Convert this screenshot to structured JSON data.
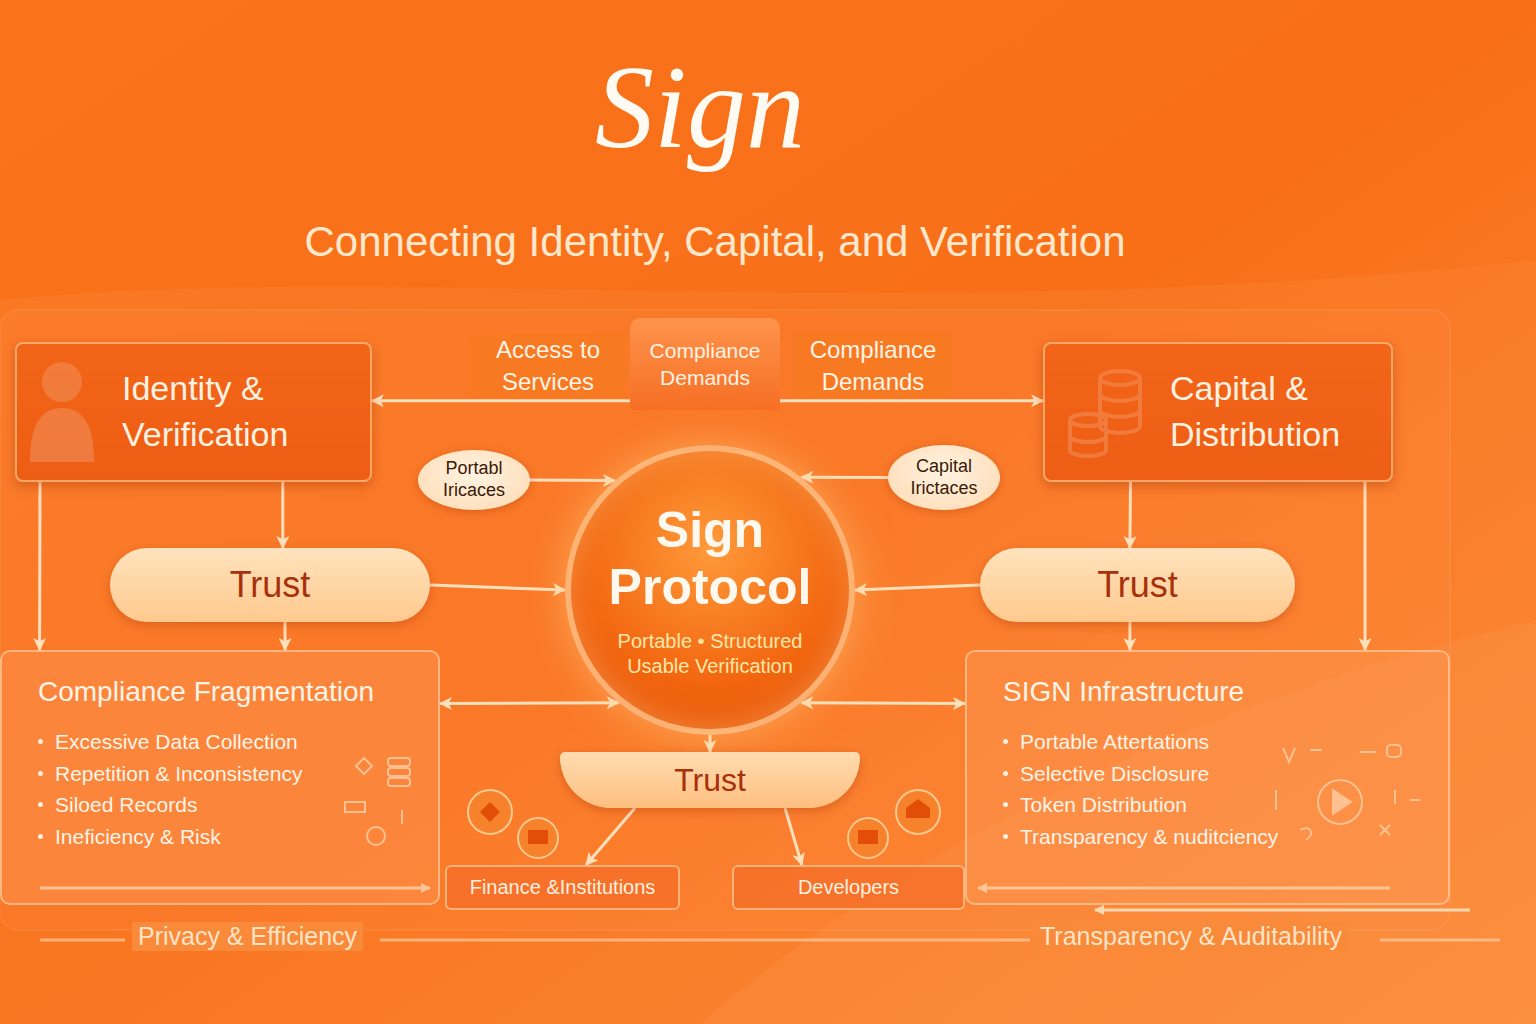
{
  "diagram": {
    "title": "Sign",
    "caption": "Connecting Identity, Capital, and Verification",
    "nodes": [
      {
        "text": [
          "Identity & Verification"
        ]
      },
      {
        "text": [
          "Compliance Demands"
        ]
      },
      {
        "text": [
          "Capital & Distribution"
        ]
      },
      {
        "text": [
          "Portabl Iricaces"
        ]
      },
      {
        "text": [
          "Sign Protocol",
          "Portable • Structured Usable Verification"
        ]
      },
      {
        "text": [
          "Capital Irictaces"
        ]
      },
      {
        "text": [
          "Trust"
        ]
      },
      {
        "text": [
          "Trust"
        ]
      },
      {
        "text": [
          "Compliance Fragmentation",
          "Excessive Data Collection",
          "Repetition & Inconsistency",
          "Siloed Records",
          "Ineficiency & Risk"
        ]
      },
      {
        "text": [
          "Trust"
        ]
      },
      {
        "text": [
          "SIGN Infrastructure",
          "Portable Attertations",
          "Selective Disclosure",
          "Token Distribution",
          "Transparency & nuditciency"
        ]
      },
      {
        "text": [
          "Finance &Institutions"
        ]
      },
      {
        "text": [
          "Developers"
        ]
      }
    ],
    "edges": [
      {
        "from": 1,
        "to": 0,
        "arrow": "to",
        "label": "Access to Services"
      },
      {
        "from": 1,
        "to": 2,
        "arrow": "to",
        "label": "Compliance Demands"
      },
      {
        "from": 0,
        "to": 6,
        "arrow": "to"
      },
      {
        "from": 3,
        "to": 4,
        "arrow": "to"
      },
      {
        "from": 5,
        "to": 4,
        "arrow": "to"
      },
      {
        "from": 6,
        "to": 4,
        "arrow": "to"
      },
      {
        "from": 7,
        "to": 4,
        "arrow": "to"
      },
      {
        "from": 2,
        "to": 7,
        "arrow": "to"
      },
      {
        "from": 0,
        "to": 8,
        "arrow": "to"
      },
      {
        "from": 2,
        "to": 10,
        "arrow": "to"
      },
      {
        "from": 6,
        "to": 8,
        "arrow": "to"
      },
      {
        "from": 7,
        "to": 10,
        "arrow": "to"
      },
      {
        "from": 4,
        "to": 8,
        "arrow": "both"
      },
      {
        "from": 4,
        "to": 10,
        "arrow": "both"
      },
      {
        "from": 4,
        "to": 9,
        "arrow": "to"
      },
      {
        "from": 9,
        "to": 11,
        "arrow": "to"
      },
      {
        "from": 9,
        "to": 12,
        "arrow": "to"
      }
    ],
    "labels": [
      "Privacy & Efficiency",
      "Transparency & Auditability"
    ]
  }
}
